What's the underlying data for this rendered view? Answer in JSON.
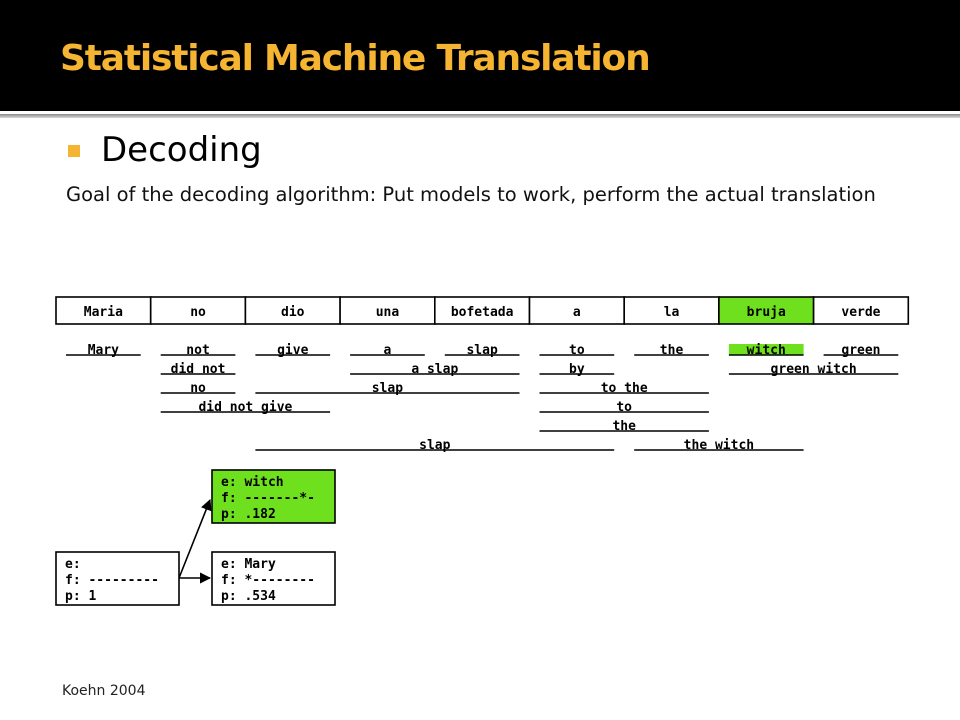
{
  "slide": {
    "title": "Statistical Machine Translation",
    "bullet": "Decoding",
    "body": "Goal of the decoding algorithm: Put models to work, perform the actual translation",
    "citation": "Koehn 2004"
  },
  "colors": {
    "title": "#f5b533",
    "bullet": "#f5b533",
    "highlight": "#6fe01e"
  },
  "source_words": [
    "Maria",
    "no",
    "dio",
    "una",
    "bofetada",
    "a",
    "la",
    "bruja",
    "verde"
  ],
  "highlighted_word": "bruja",
  "phrase_options": [
    {
      "text": "Mary",
      "span": [
        0,
        0
      ],
      "row": 0
    },
    {
      "text": "not",
      "span": [
        1,
        1
      ],
      "row": 0
    },
    {
      "text": "give",
      "span": [
        2,
        2
      ],
      "row": 0
    },
    {
      "text": "a",
      "span": [
        3,
        3
      ],
      "row": 0
    },
    {
      "text": "slap",
      "span": [
        4,
        4
      ],
      "row": 0
    },
    {
      "text": "to",
      "span": [
        5,
        5
      ],
      "row": 0
    },
    {
      "text": "the",
      "span": [
        6,
        6
      ],
      "row": 0
    },
    {
      "text": "witch",
      "span": [
        7,
        7
      ],
      "row": 0,
      "highlight": true
    },
    {
      "text": "green",
      "span": [
        8,
        8
      ],
      "row": 0
    },
    {
      "text": "did not",
      "span": [
        1,
        1
      ],
      "row": 1
    },
    {
      "text": "a slap",
      "span": [
        3,
        4
      ],
      "row": 1
    },
    {
      "text": "by",
      "span": [
        5,
        5
      ],
      "row": 1
    },
    {
      "text": "green witch",
      "span": [
        7,
        8
      ],
      "row": 1
    },
    {
      "text": "no",
      "span": [
        1,
        1
      ],
      "row": 2
    },
    {
      "text": "slap",
      "span": [
        2,
        4
      ],
      "row": 2
    },
    {
      "text": "to the",
      "span": [
        5,
        6
      ],
      "row": 2
    },
    {
      "text": "did not give",
      "span": [
        1,
        2
      ],
      "row": 3
    },
    {
      "text": "to",
      "span": [
        5,
        6
      ],
      "row": 3
    },
    {
      "text": "the",
      "span": [
        5,
        6
      ],
      "row": 4
    },
    {
      "text": "slap",
      "span": [
        2,
        5
      ],
      "row": 5
    },
    {
      "text": "the witch",
      "span": [
        6,
        7
      ],
      "row": 5
    }
  ],
  "hypotheses": {
    "initial": {
      "e": "e:",
      "f": "f: ---------",
      "p": "p: 1"
    },
    "expansions": [
      {
        "e": "e: witch",
        "f": "f: -------*-",
        "p": "p: .182",
        "highlight": true
      },
      {
        "e": "e: Mary",
        "f": "f: *--------",
        "p": "p: .534",
        "highlight": false
      }
    ]
  }
}
